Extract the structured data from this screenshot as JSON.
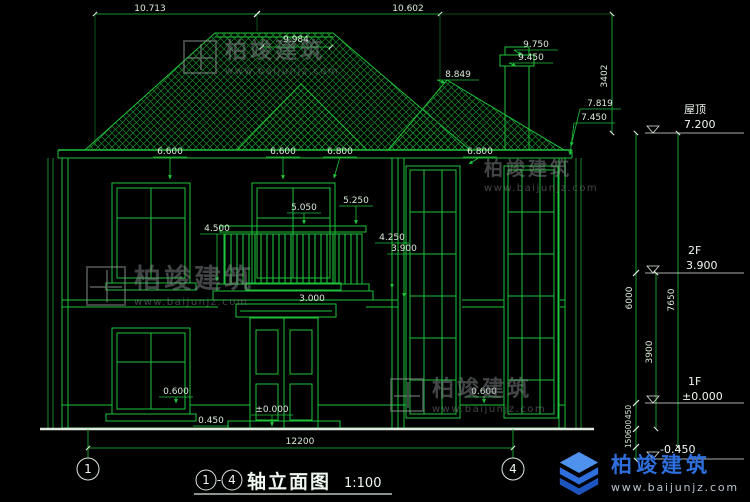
{
  "title": {
    "name": "轴立面图",
    "scale": "1:100",
    "dash": "-"
  },
  "axis": {
    "left": "1",
    "right": "4"
  },
  "levels": {
    "roof_label": "屋顶",
    "roof_value": "7.200",
    "f2_label": "2F",
    "f2_value": "3.900",
    "f1_label": "1F",
    "f1_value": "±0.000",
    "below_grade": "-0.450"
  },
  "labels": {
    "e10713": "10.713",
    "e10602": "10.602",
    "e9984": "9.984",
    "e9750": "9.750",
    "e9450": "9.450",
    "e8849": "8.849",
    "e7819": "7.819",
    "e7450": "7.450",
    "e6600a": "6.600",
    "e6600b": "6.600",
    "e6800a": "6.800",
    "e6800b": "6.800",
    "e5050": "5.050",
    "e5250": "5.250",
    "e4500": "4.500",
    "e4250": "4.250",
    "e3900": "3.900",
    "e3000": "3.000",
    "e0600a": "0.600",
    "e0600b": "0.600",
    "epm0": "±0.000",
    "e0450": "0.450",
    "w12200": "12200",
    "v3402": "3402",
    "v6000": "6000",
    "v3900": "3900",
    "v7650": "7650",
    "v450": "450",
    "v600": "600",
    "v150": "150"
  },
  "watermark": {
    "brand": "柏竣建筑",
    "url": "www.baijunjz.com"
  },
  "logo": {
    "brand": "柏竣建筑",
    "url": "www.baijunjz.com"
  },
  "colors": {
    "background": "#000000",
    "line_green": "#1ec43a",
    "hatch_green": "#188a2c",
    "text": "#d9ead9",
    "white": "#e6efe6",
    "logo_blue": "#2f6fdd",
    "watermark_gray": "#8b9093"
  }
}
